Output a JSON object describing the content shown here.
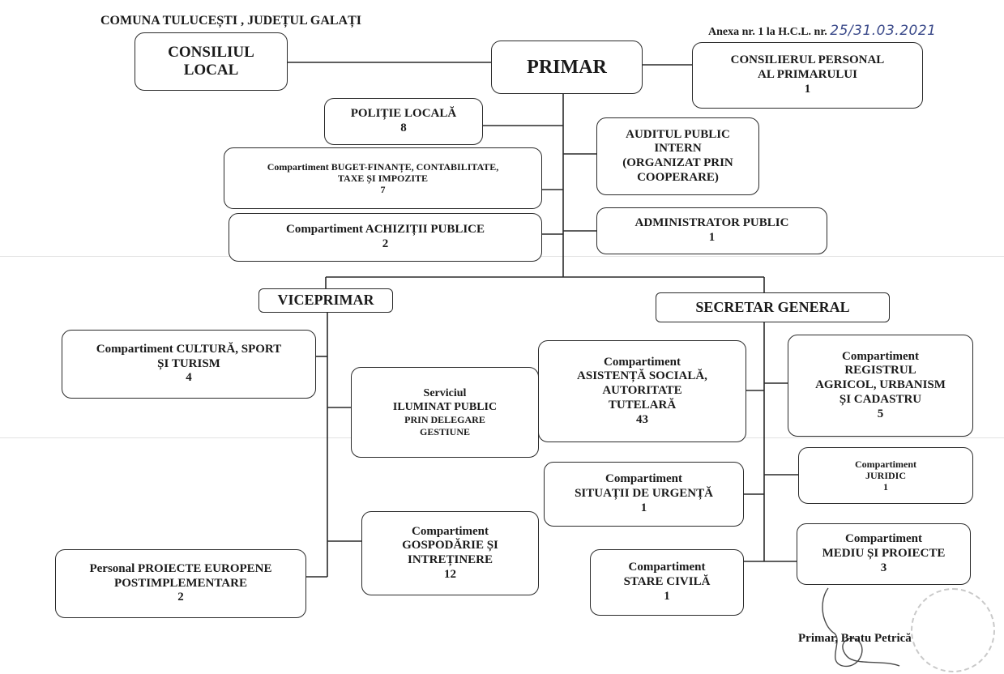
{
  "header": {
    "left_title": "COMUNA TULUCEȘTI , JUDEȚUL GALAȚI",
    "annex_label": "Anexa nr. 1  la H.C.L. nr.",
    "annex_handwritten": "25/31.03.2021"
  },
  "boxes": {
    "consiliul_local": [
      "CONSILIUL",
      "LOCAL"
    ],
    "primar": [
      "PRIMAR"
    ],
    "consilier_personal": [
      "CONSILIERUL PERSONAL",
      "AL PRIMARULUI",
      "1"
    ],
    "politie_locala": [
      "POLIȚIE LOCALĂ",
      "8"
    ],
    "audit_public": [
      "AUDITUL PUBLIC",
      "INTERN",
      "(ORGANIZAT PRIN",
      "COOPERARE)"
    ],
    "buget_finante": [
      "Compartiment BUGET-FINANȚE, CONTABILITATE,",
      "TAXE ȘI IMPOZITE",
      "7"
    ],
    "achizitii": [
      "Compartiment ACHIZIȚII PUBLICE",
      "2"
    ],
    "administrator": [
      "ADMINISTRATOR PUBLIC",
      "1"
    ],
    "viceprimar": [
      "VICEPRIMAR"
    ],
    "secretar": [
      "SECRETAR GENERAL"
    ],
    "cultura": [
      "Compartiment CULTURĂ, SPORT",
      "ȘI TURISM",
      "4"
    ],
    "iluminat": [
      "Serviciul",
      "ILUMINAT PUBLIC",
      "PRIN DELEGARE",
      "GESTIUNE"
    ],
    "asistenta": [
      "Compartiment",
      "ASISTENȚĂ SOCIALĂ,",
      "AUTORITATE",
      "TUTELARĂ",
      "43"
    ],
    "registrul": [
      "Compartiment",
      "REGISTRUL",
      "AGRICOL, URBANISM",
      "ȘI CADASTRU",
      "5"
    ],
    "urgenta": [
      "Compartiment",
      "SITUAȚII DE URGENȚĂ",
      "1"
    ],
    "juridic": [
      "Compartiment",
      "JURIDIC",
      "1"
    ],
    "gospodarie": [
      "Compartiment",
      "GOSPODĂRIE ȘI",
      "INTREȚINERE",
      "12"
    ],
    "mediu": [
      "Compartiment",
      "MEDIU ȘI PROIECTE",
      "3"
    ],
    "proiecte_europene": [
      "Personal PROIECTE EUROPENE",
      "POSTIMPLEMENTARE",
      "2"
    ],
    "stare_civila": [
      "Compartiment",
      "STARE CIVILĂ",
      "1"
    ]
  },
  "footer": {
    "signature_label": "Primar, Bratu Petrică"
  }
}
